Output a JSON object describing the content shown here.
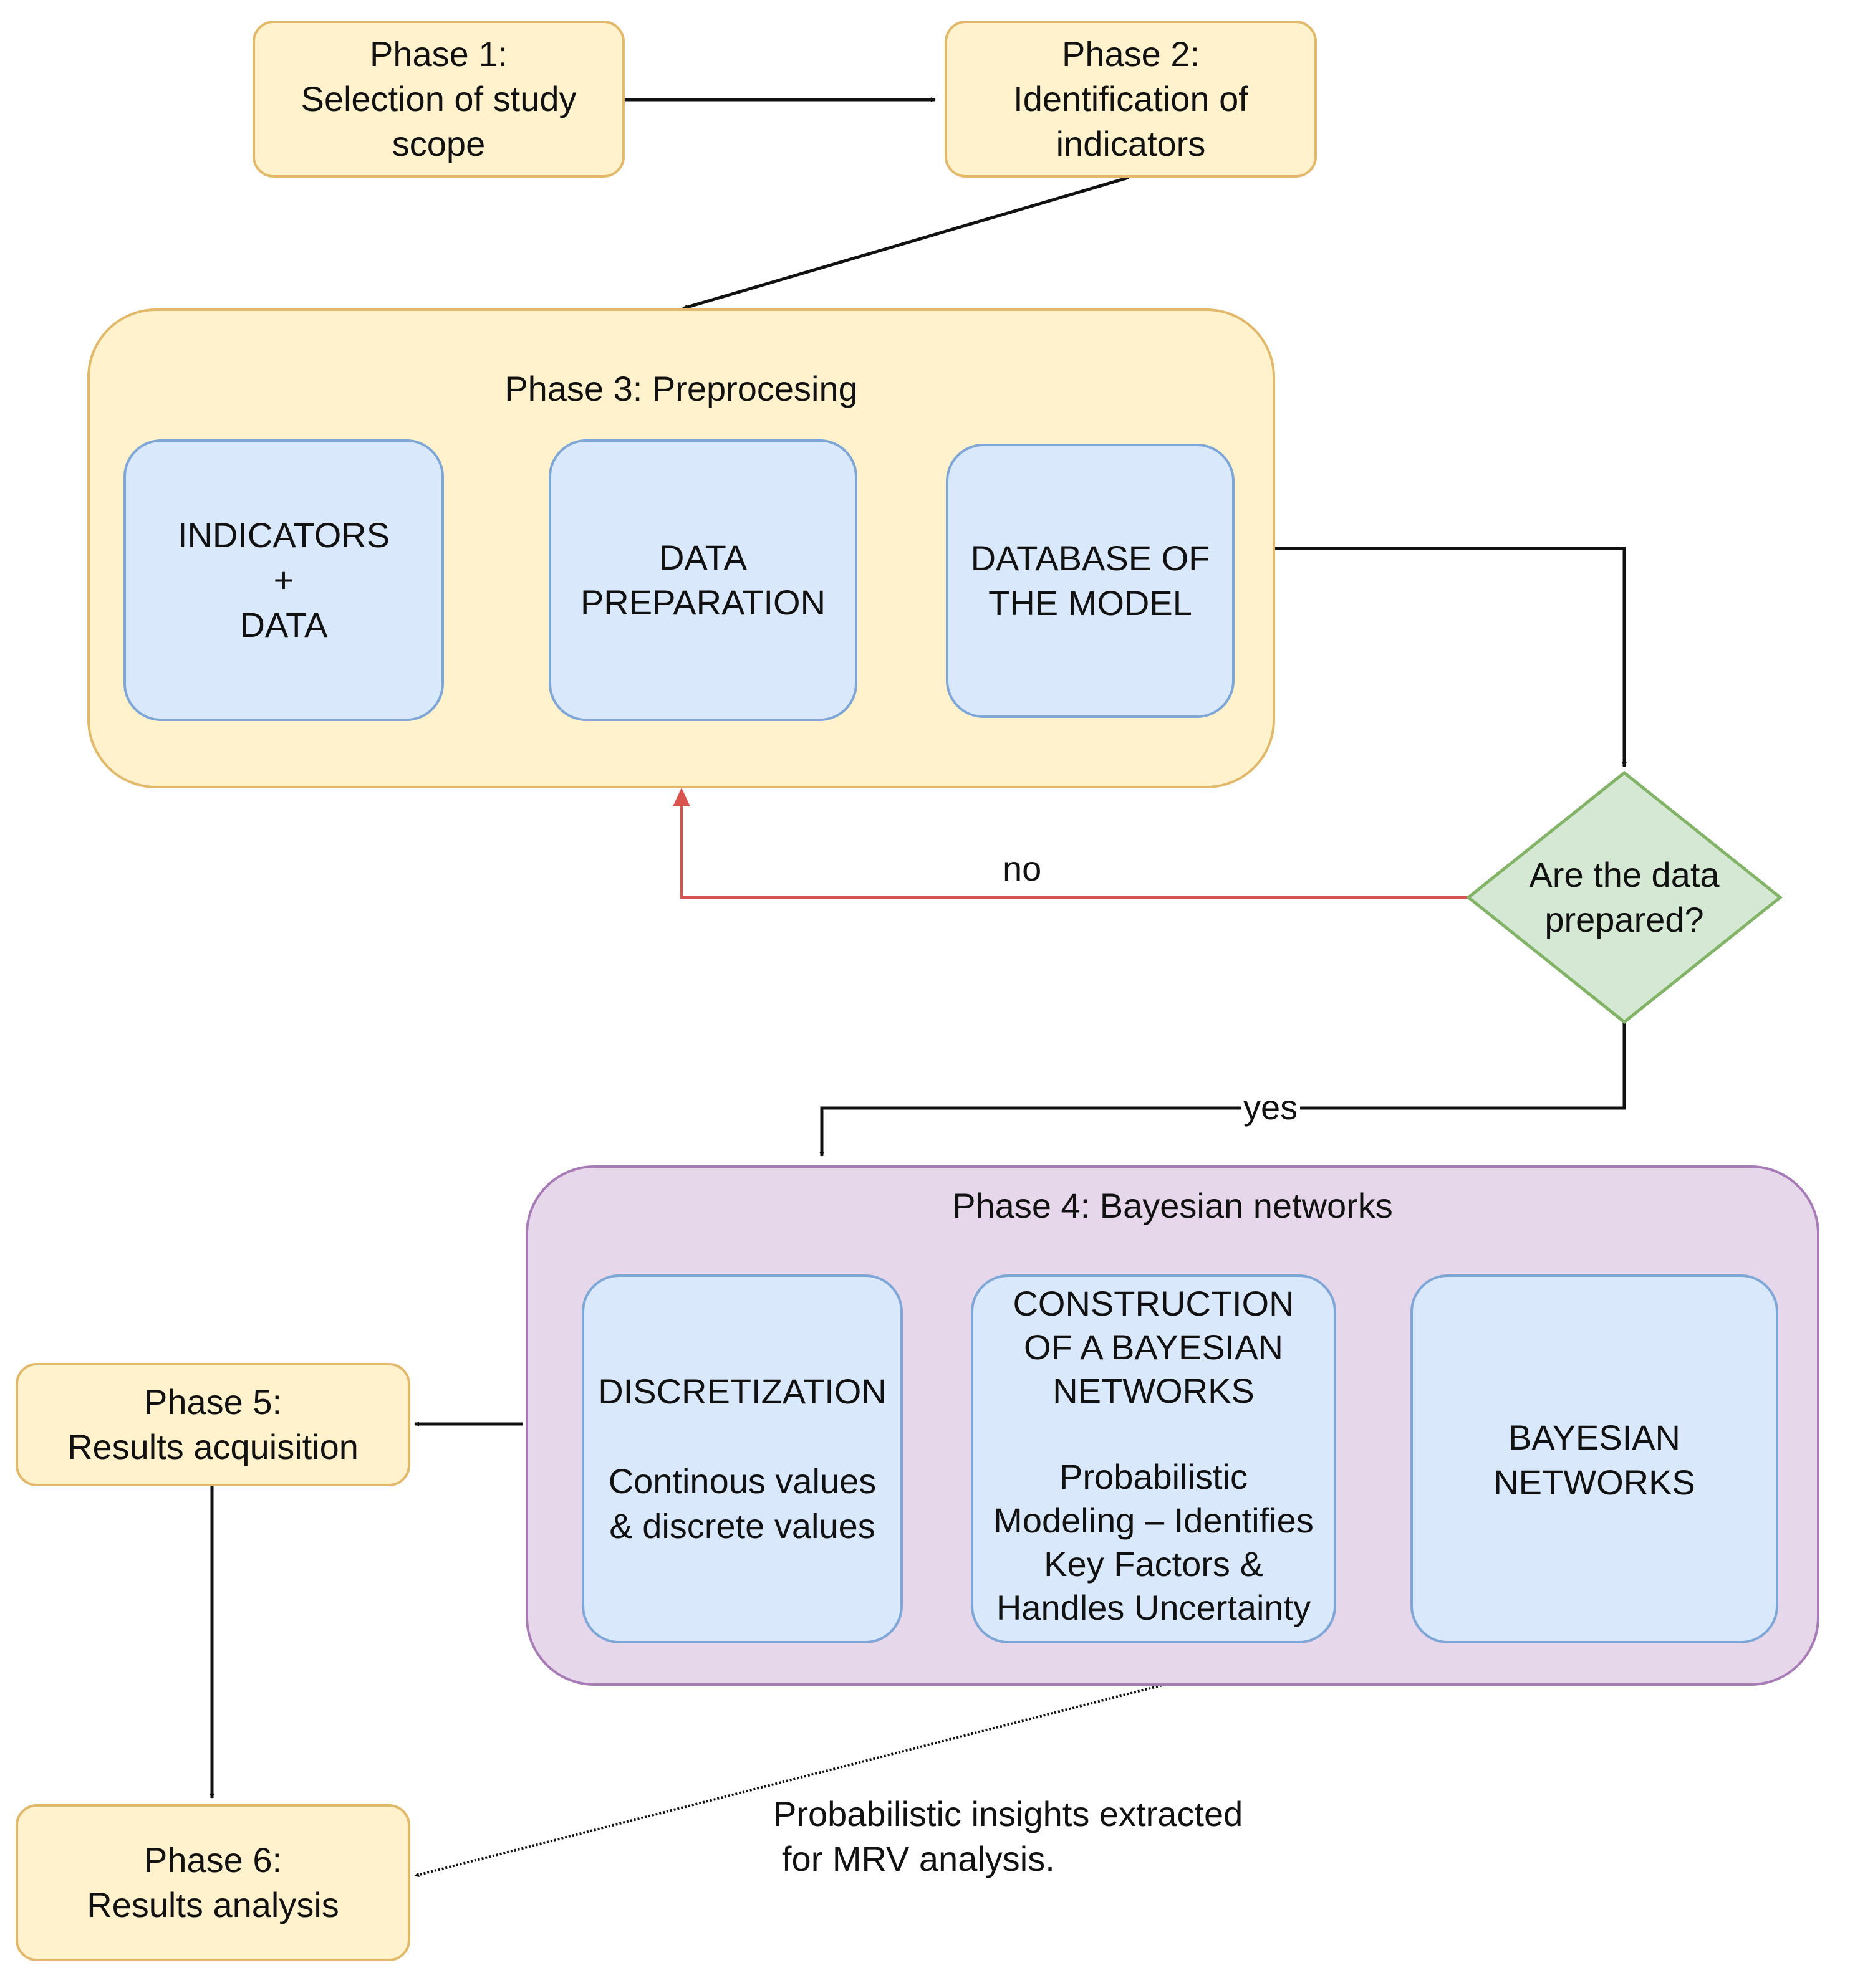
{
  "phase1": {
    "lines": [
      "Phase 1:",
      "Selection of study",
      "scope"
    ]
  },
  "phase2": {
    "lines": [
      "Phase 2:",
      "Identification of",
      "indicators"
    ]
  },
  "phase3": {
    "title": "Phase 3: Preprocesing",
    "indicators": {
      "lines": [
        "INDICATORS",
        "+",
        "DATA"
      ]
    },
    "preparation": {
      "lines": [
        "DATA",
        "PREPARATION"
      ]
    },
    "database": {
      "lines": [
        "DATABASE OF",
        "THE MODEL"
      ]
    }
  },
  "decision": {
    "lines": [
      "Are the data",
      "prepared?"
    ]
  },
  "edges": {
    "no_label": "no",
    "yes_label": "yes"
  },
  "phase4": {
    "title": "Phase 4: Bayesian networks",
    "discretization": {
      "line1": "DISCRETIZATION",
      "line2": "Continous values",
      "line3": "& discrete values"
    },
    "construction": {
      "lines": [
        "CONSTRUCTION",
        "OF A BAYESIAN",
        "NETWORKS",
        "Probabilistic",
        "Modeling – Identifies",
        "Key Factors &",
        "Handles Uncertainty"
      ]
    },
    "networks": {
      "lines": [
        "BAYESIAN",
        "NETWORKS"
      ]
    }
  },
  "phase5": {
    "lines": [
      "Phase 5:",
      "Results acquisition"
    ]
  },
  "phase6": {
    "lines": [
      "Phase 6:",
      "Results analysis"
    ]
  },
  "insights": {
    "lines": [
      "Probabilistic insights extracted",
      "for MRV analysis."
    ]
  },
  "colors": {
    "phase_fill": "#fff2cc",
    "phase_border": "#e2b96a",
    "step_fill": "#dae8fc",
    "step_border": "#7ea6d6",
    "decision_fill": "#d5e8d4",
    "decision_border": "#82b366",
    "bayes_fill": "#e6d7ea",
    "bayes_border": "#a77bb6",
    "no_edge": "#d9534f",
    "edge": "#111111"
  }
}
